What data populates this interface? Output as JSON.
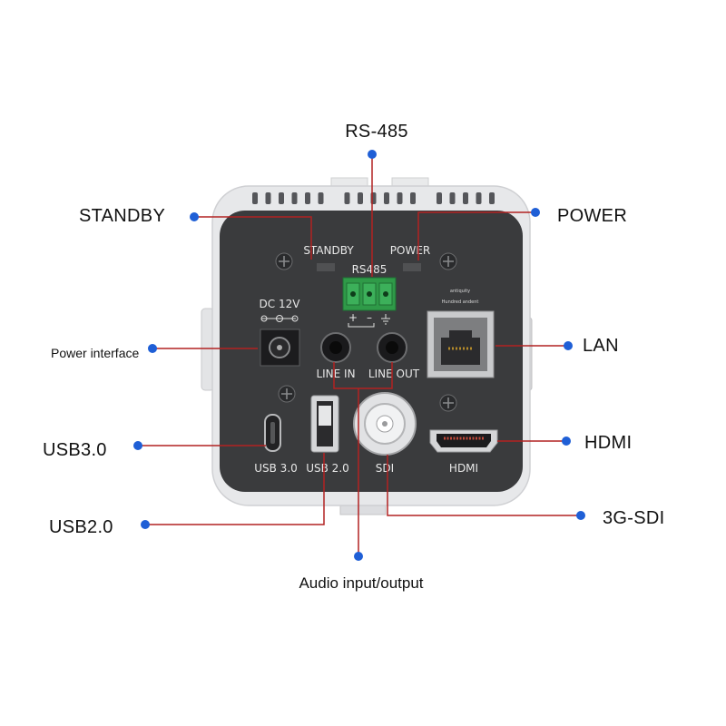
{
  "callouts": {
    "rs485": "RS-485",
    "standby": "STANDBY",
    "power": "POWER",
    "power_interface": "Power interface",
    "lan": "LAN",
    "usb3": "USB3.0",
    "hdmi": "HDMI",
    "usb2": "USB2.0",
    "sdi": "3G-SDI",
    "audio": "Audio input/output"
  },
  "panel_labels": {
    "standby": "STANDBY",
    "power": "POWER",
    "rs485": "RS485",
    "dc": "DC 12V",
    "line_in": "LINE IN",
    "line_out": "LINE OUT",
    "usb3": "USB 3.0",
    "usb2": "USB 2.0",
    "sdi": "SDI",
    "hdmi": "HDMI",
    "lan_top1": "antiquity",
    "lan_top2": "Hundred andent"
  },
  "colors": {
    "leader_line": "#b22222",
    "dot": "#1f5fd6",
    "panel": "#3a3b3d",
    "housing": "#e6e7e8",
    "terminal": "#2f9a48"
  }
}
